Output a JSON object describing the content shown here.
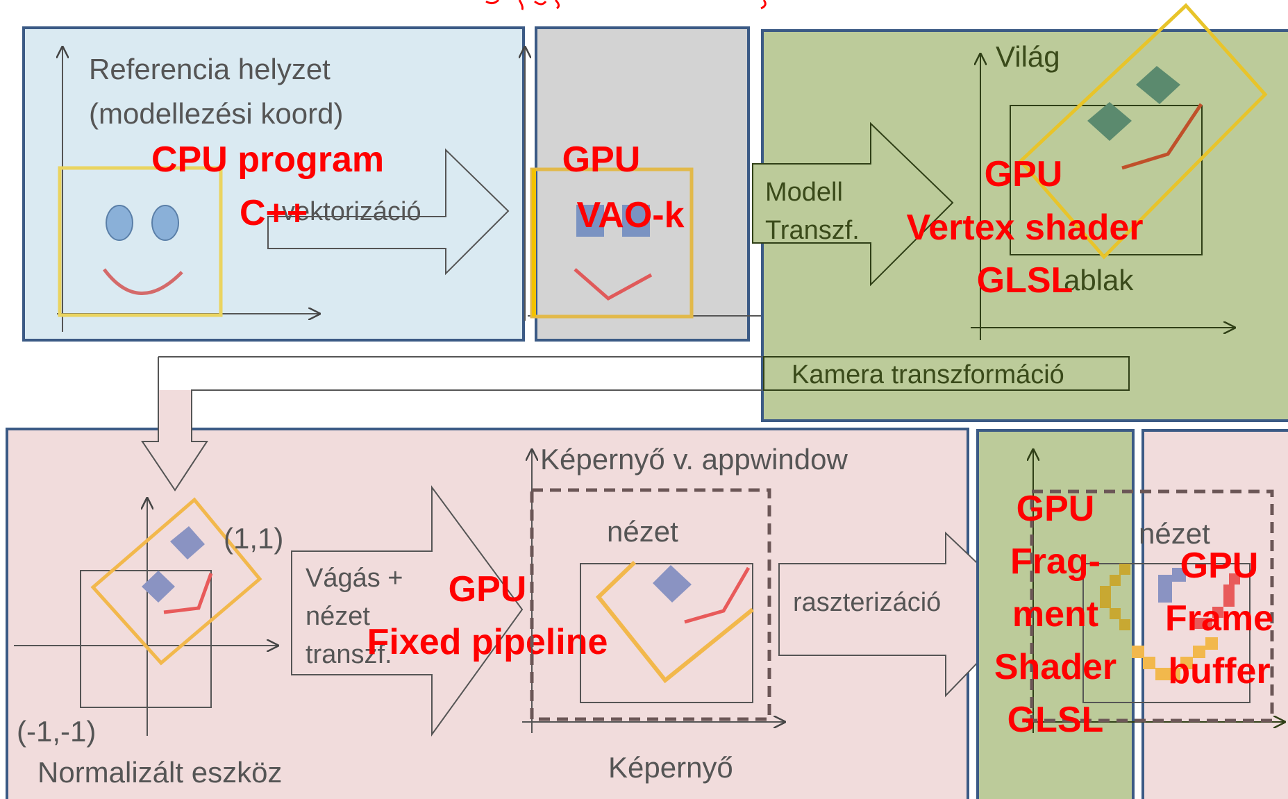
{
  "colors": {
    "panel_border": "#3b5a85",
    "panel_model_fill": "#daeaf2",
    "panel_vao_fill": "#d3d3d3",
    "panel_world_fill": "#bccb9a",
    "panel_ndc_fill": "#f1dcdc",
    "panel_fragment_fill": "#bccb9a",
    "panel_framebuffer_fill": "#f1dcdc",
    "gpu_cpu_label": "#ff0000",
    "window_yellow": "#ead460",
    "window_orange": "#f2b84c",
    "shape_blue": "#8a93c2",
    "mouth_red": "#e85a5a"
  },
  "modelling": {
    "title_line1": "Referencia helyzet",
    "title_line2": "(modellezési koord)",
    "arrow_label": "vektorizáció",
    "processor_line1": "CPU program",
    "processor_line2": "C++"
  },
  "vao": {
    "processor_line1": "GPU",
    "processor_line2": "VAO-k"
  },
  "world": {
    "axis_label": "Világ",
    "window_label": "ablak",
    "arrow_label_line1": "Modell",
    "arrow_label_line2": "Transzf.",
    "camera_label": "Kamera transzformáció",
    "processor_line1": "GPU",
    "processor_line2": "Vertex shader",
    "processor_line3": "GLSL"
  },
  "ndc": {
    "corner_top": "(1,1)",
    "corner_bottom": "(-1,-1)",
    "caption": "Normalizált eszköz",
    "arrow_label_line1": "Vágás +",
    "arrow_label_line2": "nézet",
    "arrow_label_line3": "transzf.",
    "processor_line1": "GPU",
    "processor_line2": "Fixed pipeline"
  },
  "screen": {
    "axis_label": "Képernyő v. appwindow",
    "viewport_label": "nézet",
    "caption": "Képernyő",
    "arrow_label": "raszterizáció"
  },
  "fragment": {
    "processor_line1": "GPU",
    "processor_line2": "Frag-",
    "processor_line3": "ment",
    "processor_line4": "Shader",
    "processor_line5": "GLSL"
  },
  "framebuffer": {
    "viewport_label": "nézet",
    "processor_line1": "GPU",
    "processor_line2": "Frame",
    "processor_line3": "buffer"
  }
}
